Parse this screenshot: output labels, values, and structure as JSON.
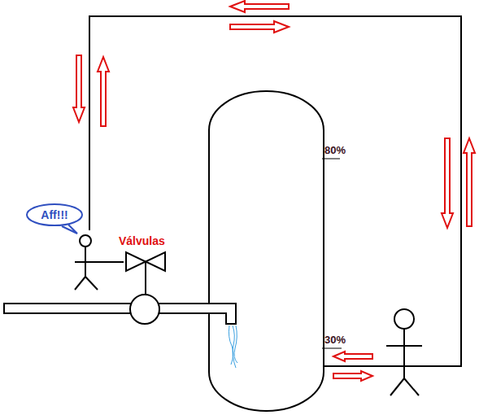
{
  "diagram": {
    "nodes": [
      {
        "text": [
          "Aff!!!"
        ]
      }
    ],
    "labels": [
      "Válvulas",
      "80%",
      "30%"
    ]
  }
}
